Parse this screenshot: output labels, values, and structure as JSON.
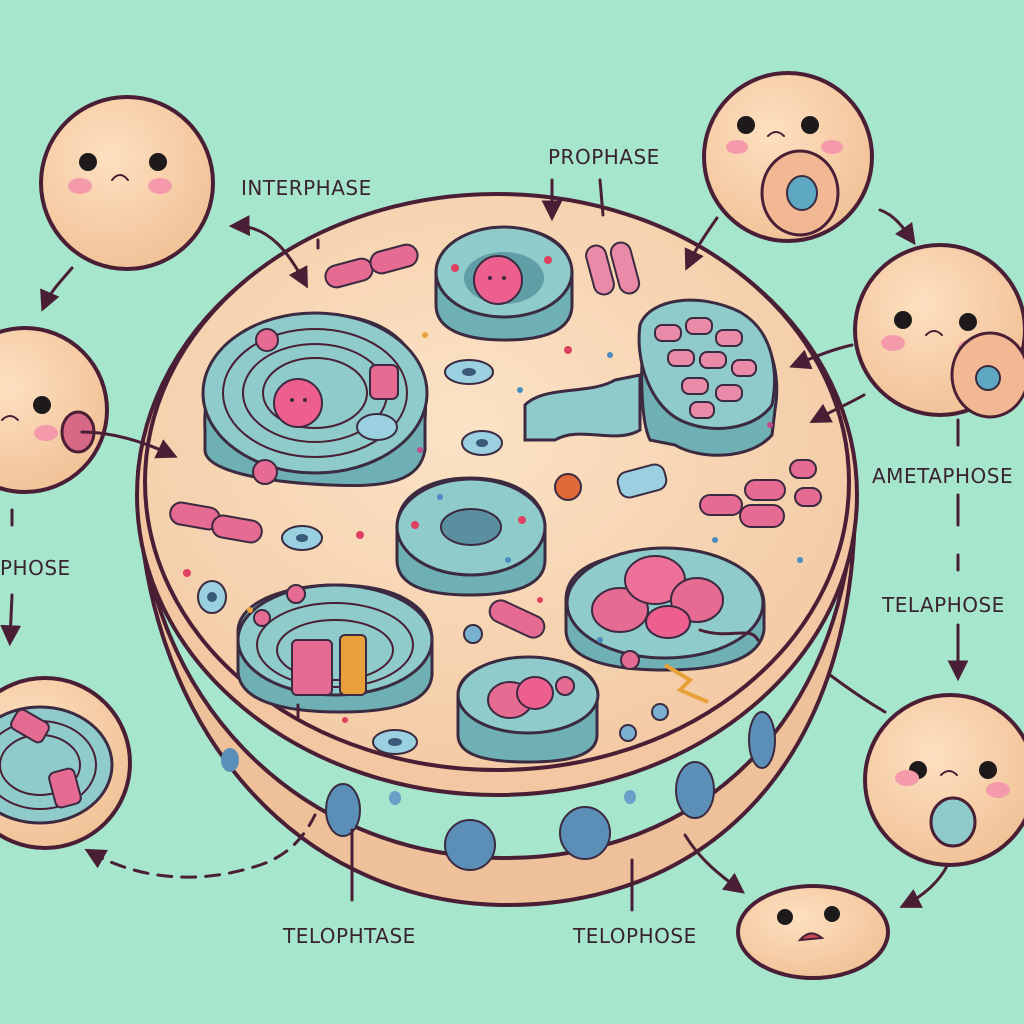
{
  "labels": {
    "interphase": "INTERPHASE",
    "prophase": "PROPHASE",
    "ametaphose": "AMETAPHOSE",
    "telaphose": "TELAPHOSE",
    "phose": "PHOSE",
    "telophtase": "TELOPHTASE",
    "telophose": "TELOPHOSE"
  },
  "colors": {
    "background": "#a6e6cc",
    "cell": "#f7d7b3",
    "nucleus": "#8fcbcb",
    "chromosome": "#e56b93",
    "outline": "#4a1f35"
  },
  "icons": {
    "face": "sad-cell-face-icon",
    "arrow": "curved-arrow-icon"
  }
}
